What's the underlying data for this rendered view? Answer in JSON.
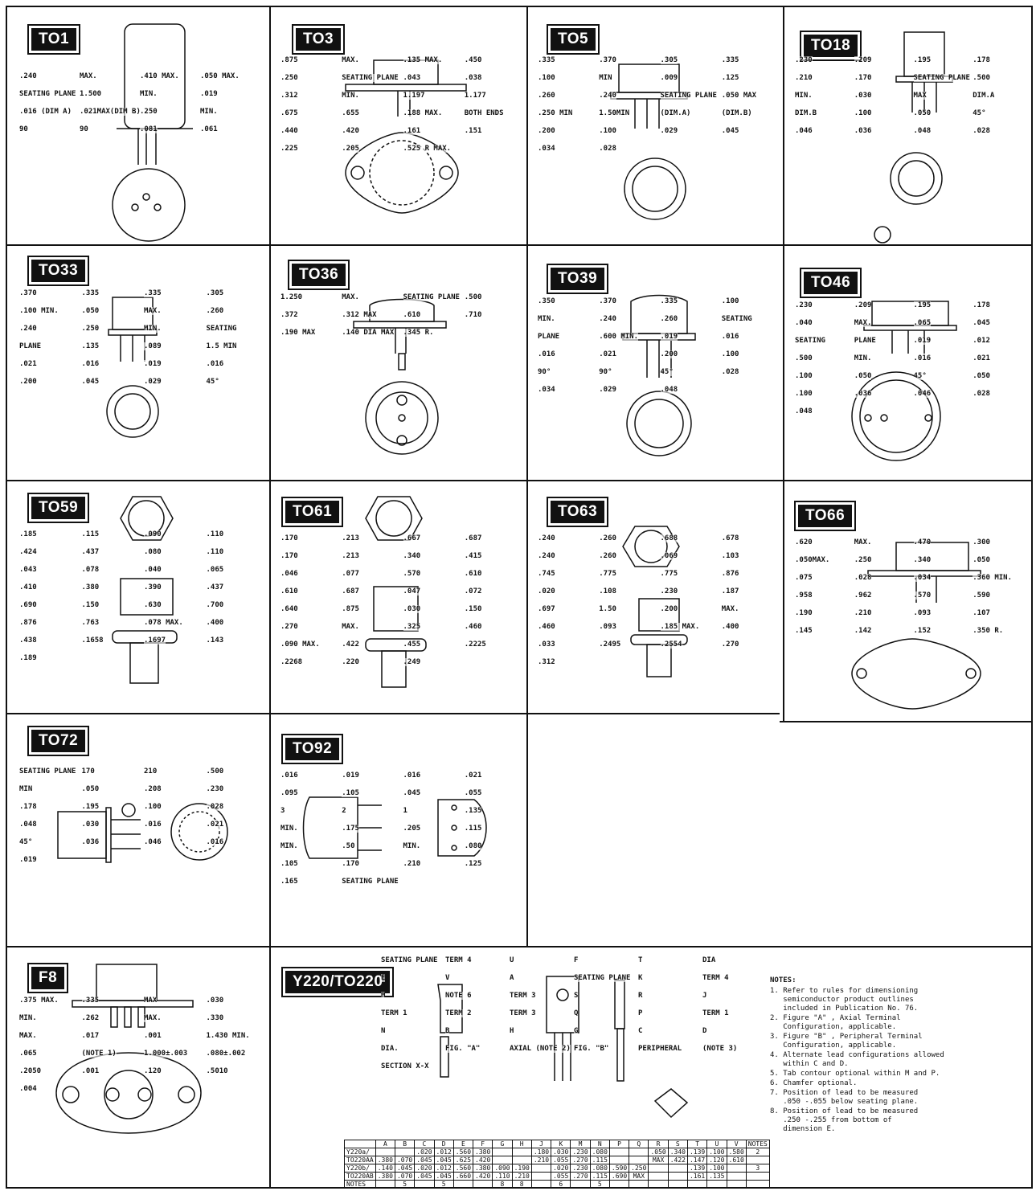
{
  "packages": [
    {
      "id": "TO01",
      "label": "TO1",
      "dims": [
        ".240",
        "MAX.",
        ".410 MAX.",
        ".050 MAX.",
        "SEATING PLANE",
        "1.500",
        "MIN.",
        ".019",
        ".016 (DIM A)",
        ".021MAX(DIM B)",
        ".250",
        "MIN.",
        "90",
        "90",
        ".081",
        ".061"
      ]
    },
    {
      "id": "TO03",
      "label": "TO3",
      "dims": [
        ".875",
        "MAX.",
        ".135 MAX.",
        ".450",
        ".250",
        "SEATING PLANE",
        ".043",
        ".038",
        ".312",
        "MIN.",
        "1.197",
        "1.177",
        ".675",
        ".655",
        ".188 MAX.",
        "BOTH ENDS",
        ".440",
        ".420",
        ".161",
        ".151",
        ".225",
        ".205",
        ".525 R MAX."
      ]
    },
    {
      "id": "TO05",
      "label": "TO5",
      "dims": [
        ".335",
        ".370",
        ".305",
        ".335",
        ".100",
        "MIN",
        ".009",
        ".125",
        ".260",
        ".240",
        "SEATING PLANE",
        ".050 MAX",
        ".250 MIN",
        "1.50MIN",
        "(DIM.A)",
        "(DIM.B)",
        ".200",
        ".100",
        ".029",
        ".045",
        ".034",
        ".028"
      ]
    },
    {
      "id": "TO18",
      "label": "TO18",
      "dims": [
        ".230",
        ".209",
        ".195",
        ".178",
        ".210",
        ".170",
        "SEATING PLANE",
        ".500",
        "MIN.",
        ".030",
        "MAX",
        "DIM.A",
        "DIM.B",
        ".100",
        ".050",
        "45°",
        ".046",
        ".036",
        ".048",
        ".028"
      ]
    },
    {
      "id": "TO33",
      "label": "TO33",
      "dims": [
        ".370",
        ".335",
        ".335",
        ".305",
        ".100 MIN.",
        ".050",
        "MAX.",
        ".260",
        ".240",
        ".250",
        "MIN.",
        "SEATING",
        "PLANE",
        ".135",
        ".089",
        "1.5 MIN",
        ".021",
        ".016",
        ".019",
        ".016",
        ".200",
        ".045",
        ".029",
        "45°"
      ]
    },
    {
      "id": "TO36",
      "label": "TO36",
      "dims": [
        "1.250",
        "MAX.",
        "SEATING PLANE",
        ".500",
        ".372",
        ".312 MAX",
        ".610",
        ".710",
        ".190 MAX",
        ".140 DIA MAX",
        ".345 R."
      ]
    },
    {
      "id": "TO39",
      "label": "TO39",
      "dims": [
        ".350",
        ".370",
        ".335",
        ".100",
        "MIN.",
        ".240",
        ".260",
        "SEATING",
        "PLANE",
        ".600 MIN.",
        ".019",
        ".016",
        ".016",
        ".021",
        ".200",
        ".100",
        "90°",
        "90°",
        "45°",
        ".028",
        ".034",
        ".029",
        ".048"
      ]
    },
    {
      "id": "TO46",
      "label": "TO46",
      "dims": [
        ".230",
        ".209",
        ".195",
        ".178",
        ".040",
        "MAX.",
        ".065",
        ".045",
        "SEATING",
        "PLANE",
        ".019",
        ".012",
        ".500",
        "MIN.",
        ".016",
        ".021",
        ".100",
        ".050",
        "45°",
        ".050",
        ".100",
        ".036",
        ".046",
        ".028",
        ".048"
      ]
    },
    {
      "id": "TO59",
      "label": "TO59",
      "dims": [
        ".185",
        ".115",
        ".090",
        ".110",
        ".424",
        ".437",
        ".080",
        ".110",
        ".043",
        ".078",
        ".040",
        ".065",
        ".410",
        ".380",
        ".390",
        ".437",
        ".690",
        ".150",
        ".630",
        ".700",
        ".876",
        ".763",
        ".078 MAX.",
        ".400",
        ".438",
        ".1658",
        ".1697",
        ".143",
        ".189"
      ]
    },
    {
      "id": "TO61",
      "label": "TO61",
      "dims": [
        ".170",
        ".213",
        ".667",
        ".687",
        ".170",
        ".213",
        ".340",
        ".415",
        ".046",
        ".077",
        ".570",
        ".610",
        ".610",
        ".687",
        ".047",
        ".072",
        ".640",
        ".875",
        ".030",
        ".150",
        ".270",
        "MAX.",
        ".325",
        ".460",
        ".090 MAX.",
        ".422",
        ".455",
        ".2225",
        ".2268",
        ".220",
        ".249"
      ]
    },
    {
      "id": "TO63",
      "label": "TO63",
      "dims": [
        ".240",
        ".260",
        ".688",
        ".678",
        ".240",
        ".260",
        ".069",
        ".103",
        ".745",
        ".775",
        ".775",
        ".876",
        ".020",
        ".108",
        ".230",
        ".187",
        ".697",
        "1.50",
        ".200",
        "MAX.",
        ".460",
        ".093",
        ".185 MAX.",
        ".400",
        ".033",
        ".2495",
        ".2554",
        ".270",
        ".312"
      ]
    },
    {
      "id": "TO66",
      "label": "TO66",
      "dims": [
        ".620",
        "MAX.",
        ".470",
        ".300",
        ".050MAX.",
        ".250",
        ".340",
        ".050",
        ".075",
        ".028",
        ".034",
        ".360 MIN.",
        ".958",
        ".962",
        ".570",
        ".590",
        ".190",
        ".210",
        ".093",
        ".107",
        ".145",
        ".142",
        ".152",
        ".350 R."
      ]
    },
    {
      "id": "TO72",
      "label": "TO72",
      "dims": [
        "SEATING PLANE",
        "170",
        "210",
        ".500",
        "MIN",
        ".050",
        ".208",
        ".230",
        ".178",
        ".195",
        ".100",
        ".028",
        ".048",
        ".030",
        ".016",
        ".021",
        "45°",
        ".036",
        ".046",
        ".016",
        ".019"
      ]
    },
    {
      "id": "TO92",
      "label": "TO92",
      "dims": [
        ".016",
        ".019",
        ".016",
        ".021",
        ".095",
        ".105",
        ".045",
        ".055",
        "3",
        "2",
        "1",
        ".135",
        "MIN.",
        ".175",
        ".205",
        ".115",
        "MIN.",
        ".50",
        "MIN.",
        ".080",
        ".105",
        ".170",
        ".210",
        ".125",
        ".165",
        "SEATING PLANE"
      ]
    },
    {
      "id": "F8",
      "label": "F8",
      "dims": [
        ".375 MAX.",
        ".335",
        "MAX",
        ".030",
        "MIN.",
        ".262",
        "MAX.",
        ".330",
        "MAX.",
        ".017",
        ".001",
        "1.430 MIN.",
        ".065",
        "(NOTE 1)",
        "1.000±.003",
        ".080±.002",
        ".2050",
        ".001",
        ".120",
        ".5010",
        ".004"
      ]
    },
    {
      "id": "TO220",
      "label": "Y220/TO220",
      "dims": [
        "SEATING PLANE",
        "TERM 4",
        "U",
        "F",
        "T",
        "DIA",
        "E",
        "V",
        "A",
        "SEATING PLANE",
        "K",
        "TERM 4",
        "M",
        "NOTE 6",
        "TERM 3",
        "S",
        "R",
        "J",
        "TERM 1",
        "TERM 2",
        "TERM 3",
        "Q",
        "P",
        "TERM 1",
        "N",
        "B",
        "H",
        "G",
        "C",
        "D",
        "DIA.",
        "FIG. \"A\"",
        "AXIAL (NOTE 2)",
        "FIG. \"B\"",
        "PERIPHERAL",
        "(NOTE 3)",
        "SECTION X-X"
      ]
    }
  ],
  "notes": {
    "title": "NOTES:",
    "items": [
      "1. Refer to rules for dimensioning\n   semiconductor product outlines\n   included in Publication No. 76.",
      "2. Figure \"A\" , Axial Terminal\n   Configuration, applicable.",
      "3. Figure \"B\" , Peripheral Terminal\n   Configuration, applicable.",
      "4. Alternate lead configurations allowed\n   within C and D.",
      "5. Tab contour optional within M and P.",
      "6. Chamfer optional.",
      "7. Position of lead to be measured\n   .050 -.055 below seating plane.",
      "8. Position of lead to be measured\n   .250 -.255 from bottom of\n   dimension E."
    ]
  },
  "table": {
    "headers": [
      "",
      "A",
      "B",
      "C",
      "D",
      "E",
      "F",
      "G",
      "H",
      "J",
      "K",
      "M",
      "N",
      "P",
      "Q",
      "R",
      "S",
      "T",
      "U",
      "V",
      "NOTES"
    ],
    "rows": [
      [
        "Y220a/",
        "",
        "",
        ".020",
        ".012",
        ".560",
        ".380",
        "",
        "",
        ".180",
        ".030",
        ".230",
        ".080",
        "",
        "",
        ".050",
        ".340",
        ".139",
        ".100",
        ".580",
        "2"
      ],
      [
        "TO220AA",
        ".380",
        ".070",
        ".045",
        ".045",
        ".625",
        ".420",
        "",
        "",
        ".210",
        ".055",
        ".270",
        ".115",
        "",
        "",
        "MAX",
        ".422",
        ".147",
        ".120",
        ".610",
        ""
      ],
      [
        "Y220b/",
        ".140",
        ".045",
        ".020",
        ".012",
        ".560",
        ".380",
        ".090",
        ".190",
        "",
        ".020",
        ".230",
        ".080",
        ".590",
        ".250",
        "",
        "",
        ".139",
        ".100",
        "",
        "3"
      ],
      [
        "TO220AB",
        ".380",
        ".070",
        ".045",
        ".045",
        ".660",
        ".420",
        ".110",
        ".210",
        "",
        ".055",
        ".270",
        ".115",
        ".690",
        "MAX",
        "",
        "",
        ".161",
        ".135",
        "",
        ""
      ],
      [
        "NOTES",
        "",
        "5",
        "",
        "5",
        "",
        "",
        "8",
        "8",
        "",
        "6",
        "",
        "5",
        "",
        "",
        "",
        "",
        "",
        "",
        "",
        ""
      ]
    ]
  },
  "colors": {
    "ink": "#111111",
    "paper": "#ffffff"
  }
}
